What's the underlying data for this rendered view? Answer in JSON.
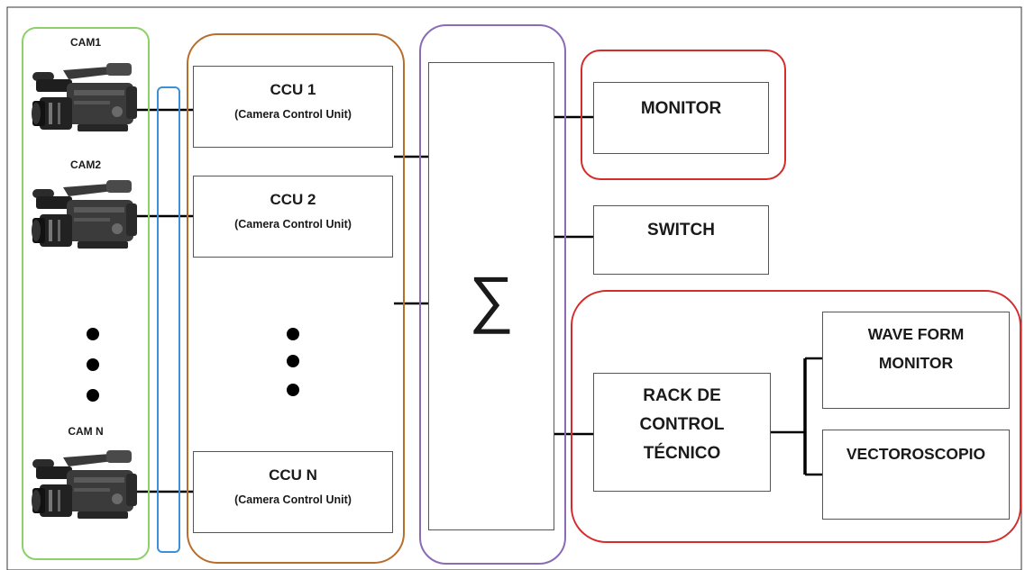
{
  "colors": {
    "camera_group": "#8cd16a",
    "bus": "#3d8fd6",
    "ccu_group": "#b86e2b",
    "sum_group": "#8a6bb5",
    "monitor_group": "#d42b2b",
    "rack_group": "#d42b2b",
    "line": "#000000"
  },
  "cameras": [
    {
      "label": "CAM1",
      "icon": "video-camera-icon"
    },
    {
      "label": "CAM2",
      "icon": "video-camera-icon"
    },
    {
      "label": "CAM N",
      "icon": "video-camera-icon"
    }
  ],
  "ccus": [
    {
      "title": "CCU 1",
      "subtitle": "(Camera Control Unit)"
    },
    {
      "title": "CCU 2",
      "subtitle": "(Camera Control Unit)"
    },
    {
      "title": "CCU N",
      "subtitle": "(Camera Control Unit)"
    }
  ],
  "sum_symbol": "∑",
  "outputs": {
    "monitor": "MONITOR",
    "switch": "SWITCH",
    "rack": [
      "RACK DE",
      "CONTROL",
      "TÉCNICO"
    ],
    "waveform": [
      "WAVE FORM",
      "MONITOR"
    ],
    "vectorscope": "VECTOROSCOPIO"
  }
}
